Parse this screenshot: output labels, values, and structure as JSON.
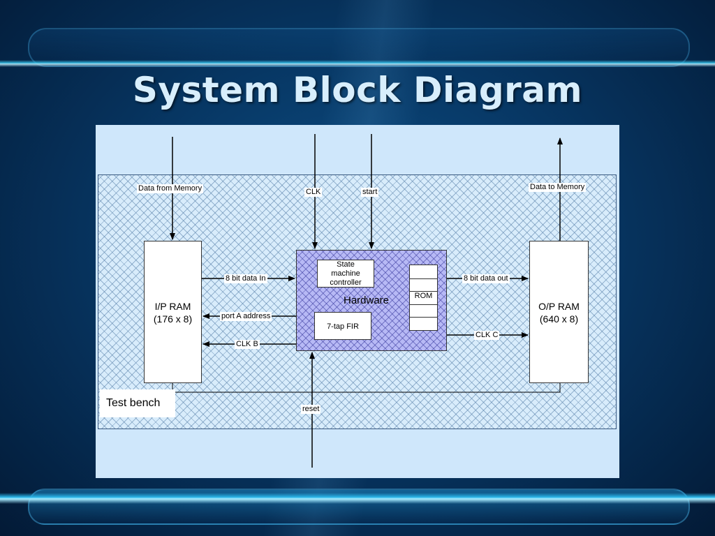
{
  "slide": {
    "title": "System Block Diagram"
  },
  "diagram": {
    "test_bench_label": "Test bench",
    "ip_ram": {
      "line1": "I/P RAM",
      "line2": "(176 x 8)"
    },
    "op_ram": {
      "line1": "O/P RAM",
      "line2": "(640 x 8)"
    },
    "hardware": {
      "label": "Hardware",
      "state_machine": {
        "line1": "State",
        "line2": "machine",
        "line3": "controller"
      },
      "fir": "7-tap FIR",
      "rom": "ROM"
    },
    "signals": {
      "data_from_memory": "Data from Memory",
      "clk": "CLK",
      "start": "start",
      "data_to_memory": "Data to Memory",
      "data_in": "8 bit data In",
      "port_a_address": "port A address",
      "clk_b": "CLK B",
      "data_out": "8 bit data out",
      "clk_c": "CLK C",
      "reset": "reset"
    }
  }
}
